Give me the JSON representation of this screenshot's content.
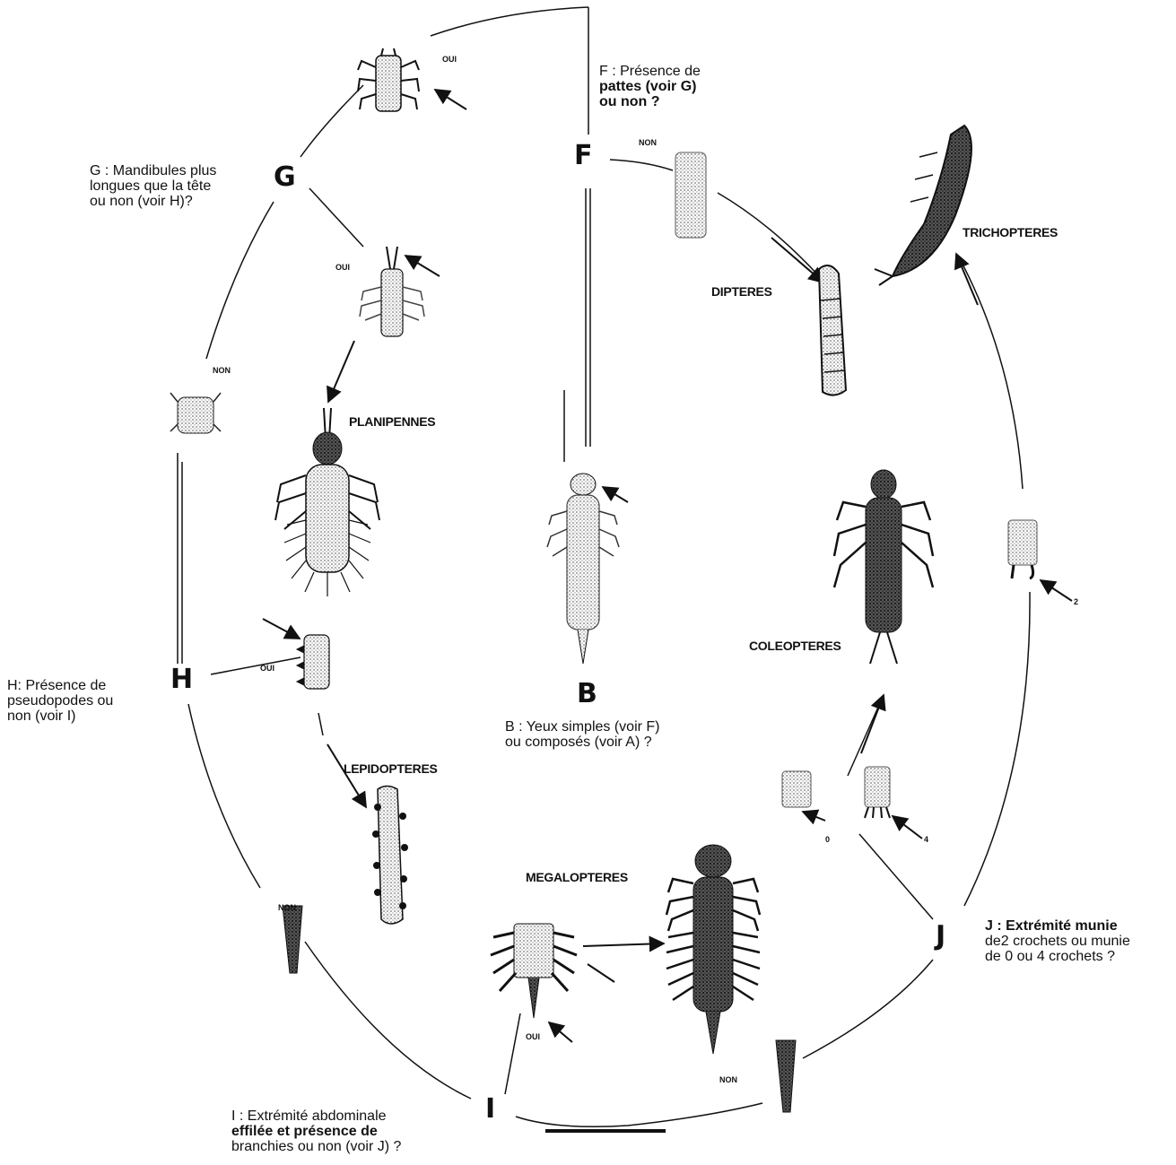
{
  "diagram": {
    "nodes": {
      "F": "F",
      "G": "G",
      "H": "H",
      "B": "B",
      "I": "I",
      "J": "J"
    },
    "questions": {
      "F": [
        "F : Présence de",
        "pattes (voir G)",
        "ou non ?"
      ],
      "G": [
        "G : Mandibules plus",
        "longues que la tête",
        "ou non (voir H)?"
      ],
      "H": [
        "H: Présence de",
        "pseudopodes ou",
        "non (voir I)"
      ],
      "B": [
        "B : Yeux simples (voir F)",
        "ou composés (voir A) ?"
      ],
      "I": [
        "I : Extrémité abdominale",
        "effilée et présence de",
        "branchies ou non (voir J) ?"
      ],
      "J": [
        "J : Extrémité munie",
        "de2 crochets ou munie",
        "de 0 ou 4 crochets ?"
      ]
    },
    "taxa": {
      "trichopteres": "TRICHOPTERES",
      "dipteres": "DIPTERES",
      "planipennes": "PLANIPENNES",
      "coleopteres": "COLEOPTERES",
      "lepidopteres": "LEPIDOPTERES",
      "megalopteres": "MEGALOPTERES"
    },
    "answers": {
      "oui": "OUI",
      "non": "NON"
    },
    "hooks": {
      "two": "2",
      "zero": "0",
      "four": "4"
    },
    "colors": {
      "ink": "#111111",
      "stipple": "#9a9a9a",
      "dark": "#2a2a2a"
    }
  }
}
